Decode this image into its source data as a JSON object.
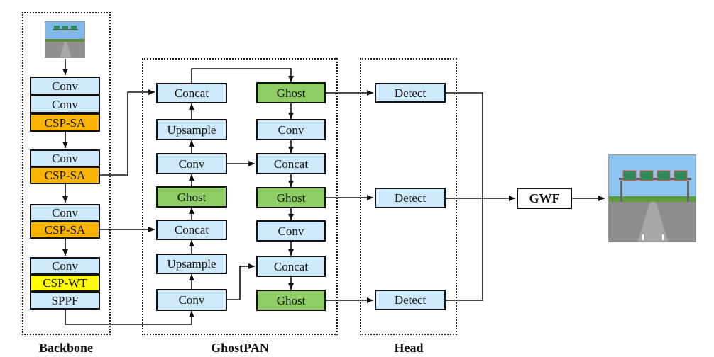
{
  "groups": {
    "backbone": "Backbone",
    "ghostpan": "GhostPAN",
    "head": "Head"
  },
  "backbone": {
    "conv1": "Conv",
    "conv2": "Conv",
    "cspsa1": "CSP-SA",
    "conv3": "Conv",
    "cspsa2": "CSP-SA",
    "conv4": "Conv",
    "cspsa3": "CSP-SA",
    "conv5": "Conv",
    "cspwt": "CSP-WT",
    "sppf": "SPPF"
  },
  "ghostpan": {
    "left": {
      "concat_top": "Concat",
      "upsample_top": "Upsample",
      "conv_top": "Conv",
      "ghost": "Ghost",
      "concat_mid": "Concat",
      "upsample_bottom": "Upsample",
      "conv_bottom": "Conv"
    },
    "right": {
      "ghost_top": "Ghost",
      "conv_top": "Conv",
      "concat_top": "Concat",
      "ghost_mid": "Ghost",
      "conv_mid": "Conv",
      "concat_bottom": "Concat",
      "ghost_bottom": "Ghost"
    }
  },
  "head": {
    "detect_top": "Detect",
    "detect_mid": "Detect",
    "detect_bottom": "Detect"
  },
  "fusion": "GWF",
  "colors": {
    "conv_fill": "#cde9fb",
    "csp_sa_fill": "#f8b400",
    "csp_wt_fill": "#ffff00",
    "ghost_fill": "#8fce64"
  },
  "images": {
    "input": "road-sign-photo-icon",
    "output": "road-sign-detection-photo-icon"
  }
}
